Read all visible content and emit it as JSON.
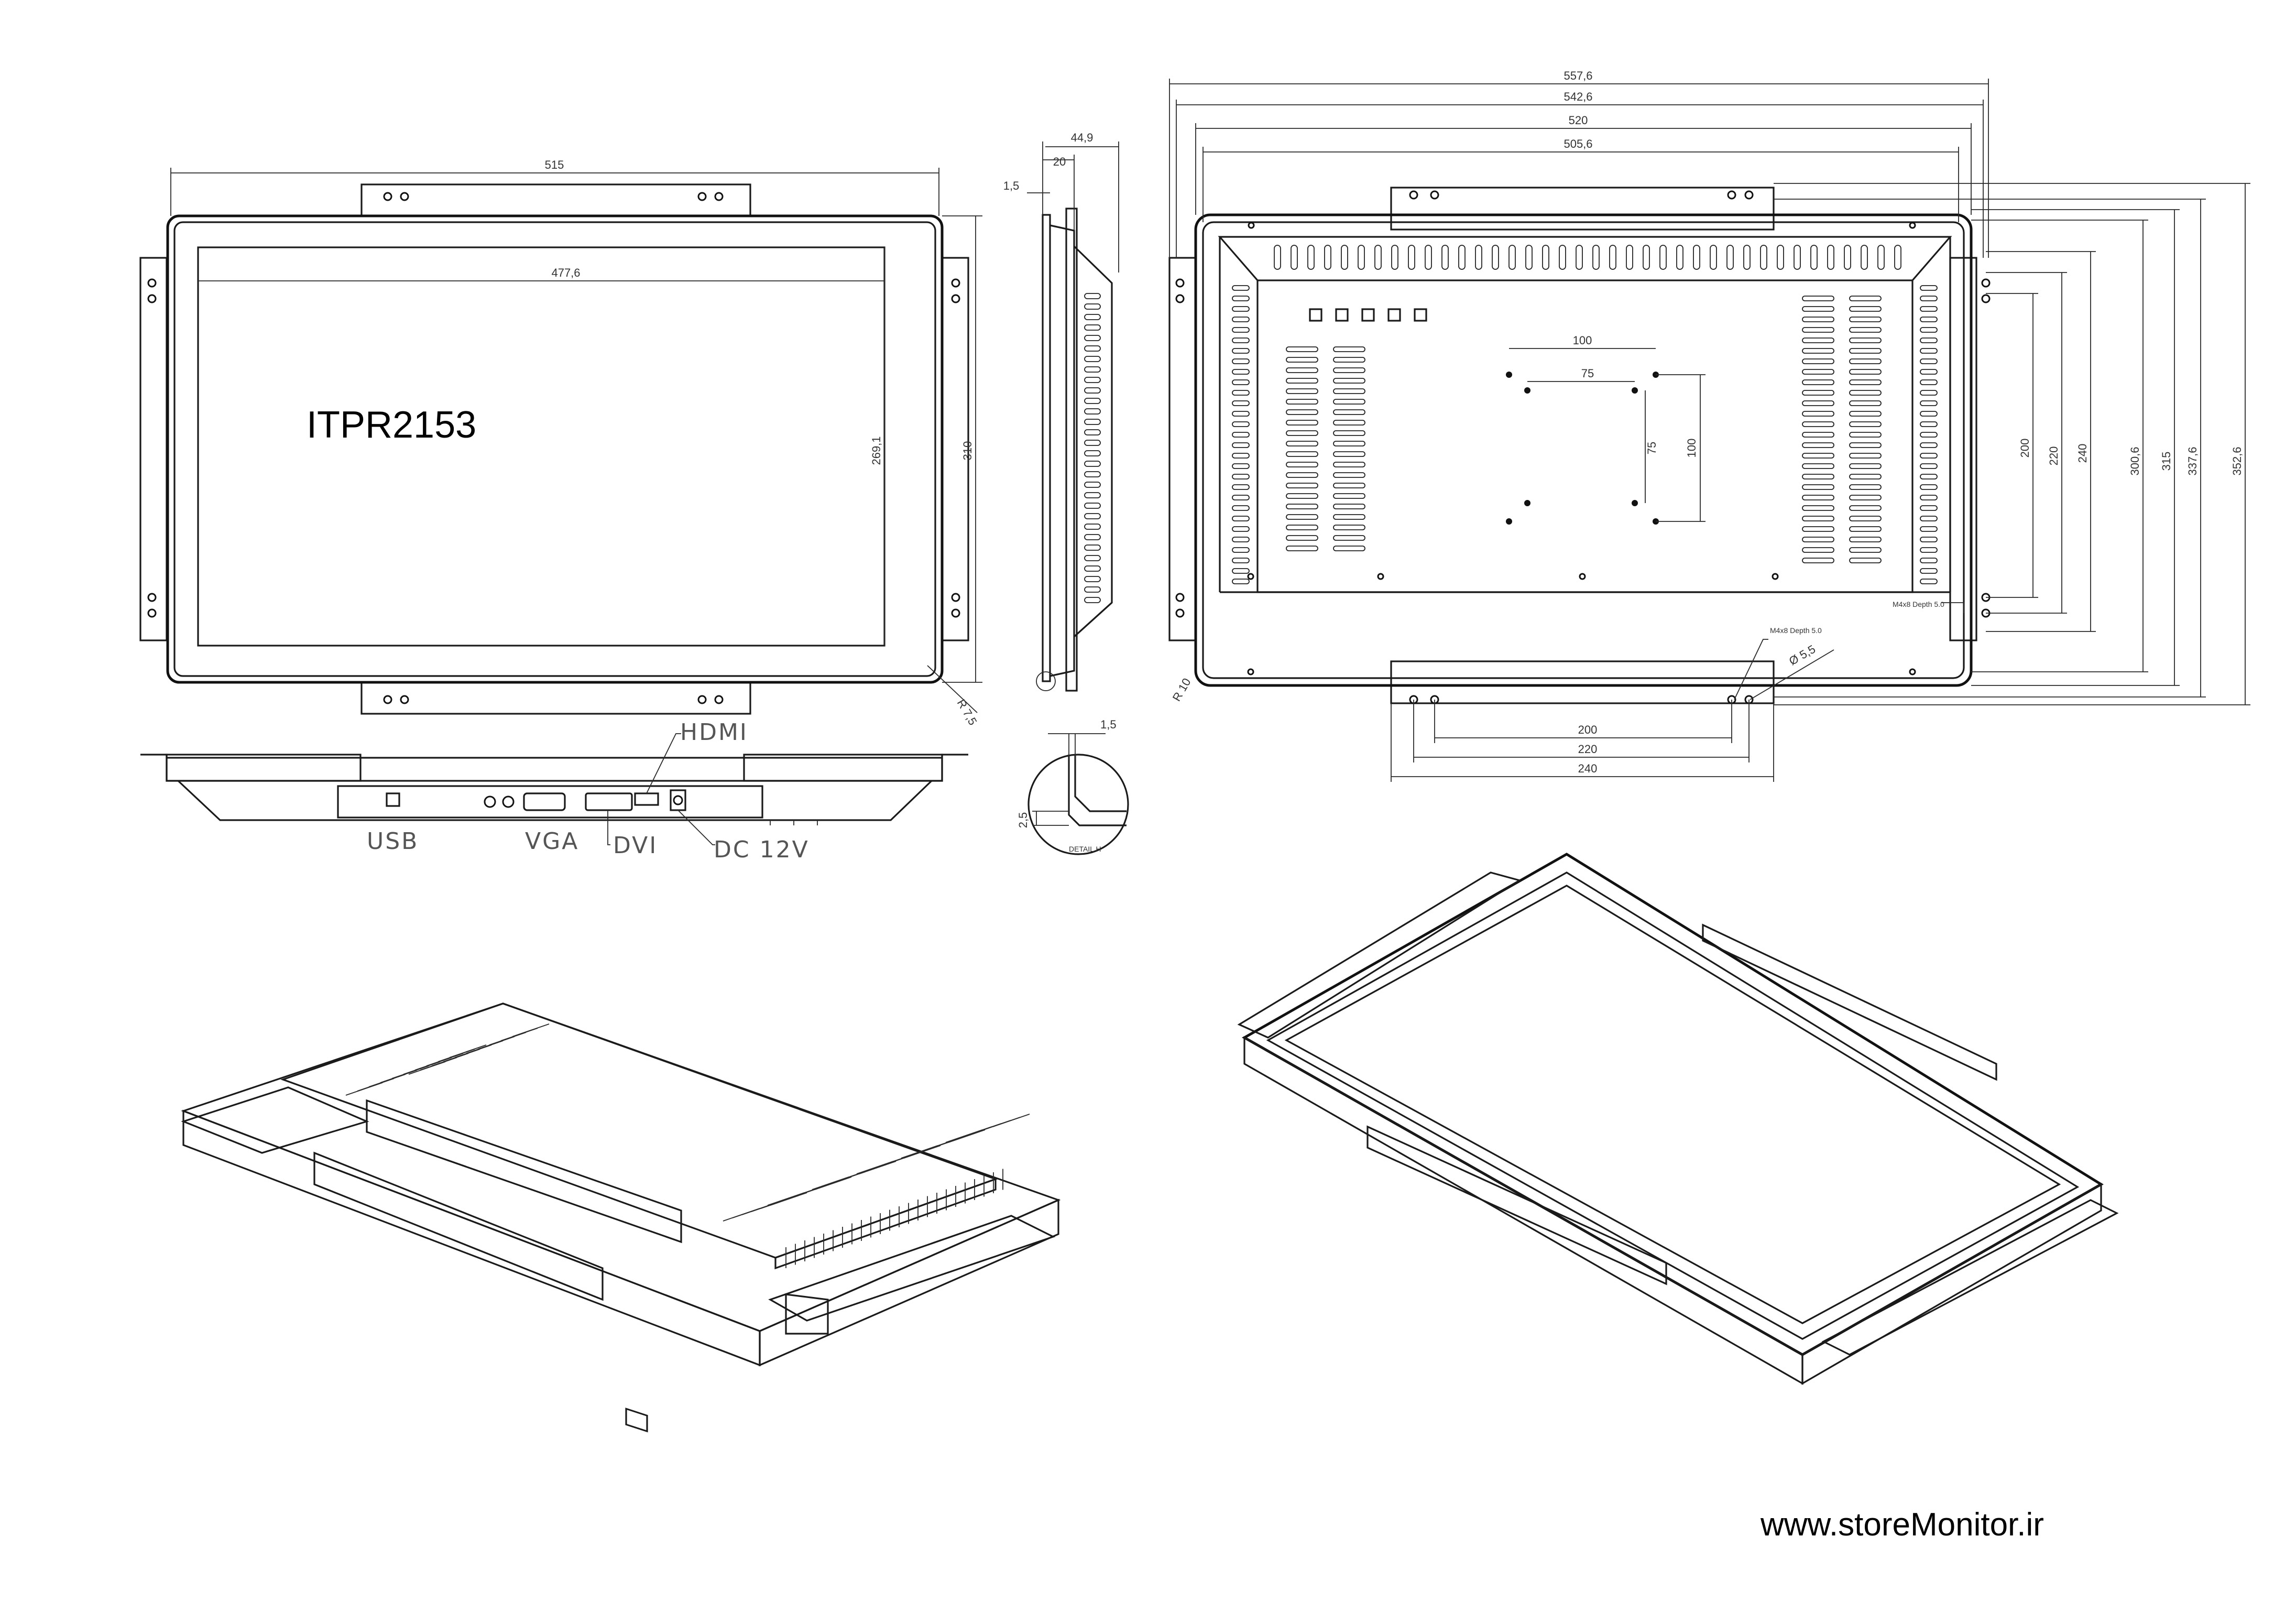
{
  "model": "ITPR2153",
  "website": "www.storeMonitor.ir",
  "front_view": {
    "dim_overall_width": "515",
    "dim_screen_width": "477,6",
    "dim_screen_height": "269,1",
    "dim_overall_height": "310",
    "dim_corner_radius": "R 7,5"
  },
  "connectors": {
    "usb": "USB",
    "vga": "VGA",
    "dvi": "DVI",
    "hdmi": "HDMI",
    "dc": "DC 12V"
  },
  "side_view": {
    "dim_depth": "44,9",
    "dim_bezel": "20",
    "dim_lip": "1,5"
  },
  "detail": {
    "dim_a": "1,5",
    "dim_b": "2,5",
    "label": "DETAIL H"
  },
  "rear_view": {
    "dim_w1": "557,6",
    "dim_w2": "542,6",
    "dim_w3": "520",
    "dim_w4": "505,6",
    "vesa_100_h": "100",
    "vesa_75_h": "75",
    "vesa_75_v": "75",
    "vesa_100_v": "100",
    "dim_h200": "200",
    "dim_h220": "220",
    "dim_h240": "240",
    "dim_h300": "300,6",
    "dim_h315": "315",
    "dim_h337": "337,6",
    "dim_h352": "352,6",
    "dim_b200": "200",
    "dim_b220": "220",
    "dim_b240": "240",
    "corner_radius": "R 10",
    "hole_dia": "Ø 5,5",
    "screw_note_1": "M4x8 Depth 5.0",
    "screw_note_2": "M4x8 Depth 5.0"
  }
}
